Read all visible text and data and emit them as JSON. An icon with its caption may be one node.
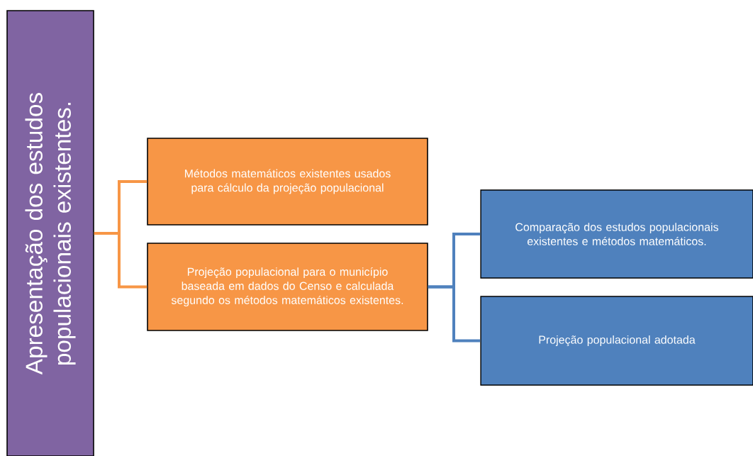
{
  "diagram": {
    "nodes": [
      {
        "text": [
          "Apresentação dos estudos populacionais existentes."
        ]
      },
      {
        "text": [
          "Métodos matemáticos existentes usados para cálculo da projeção populacional"
        ]
      },
      {
        "text": [
          "Projeção populacional para o município baseada em dados do Censo e calculada segundo os métodos matemáticos existentes."
        ]
      },
      {
        "text": [
          "Comparação dos estudos populacionais existentes e métodos matemáticos."
        ]
      },
      {
        "text": [
          "Projeção populacional adotada"
        ]
      }
    ],
    "edges": [
      {
        "from": 0,
        "to": 1,
        "arrow": "none",
        "color": "#f79646"
      },
      {
        "from": 0,
        "to": 2,
        "arrow": "none",
        "color": "#f79646"
      },
      {
        "from": 2,
        "to": 3,
        "arrow": "none",
        "color": "#4f81bd"
      },
      {
        "from": 2,
        "to": 4,
        "arrow": "none",
        "color": "#4f81bd"
      }
    ]
  }
}
